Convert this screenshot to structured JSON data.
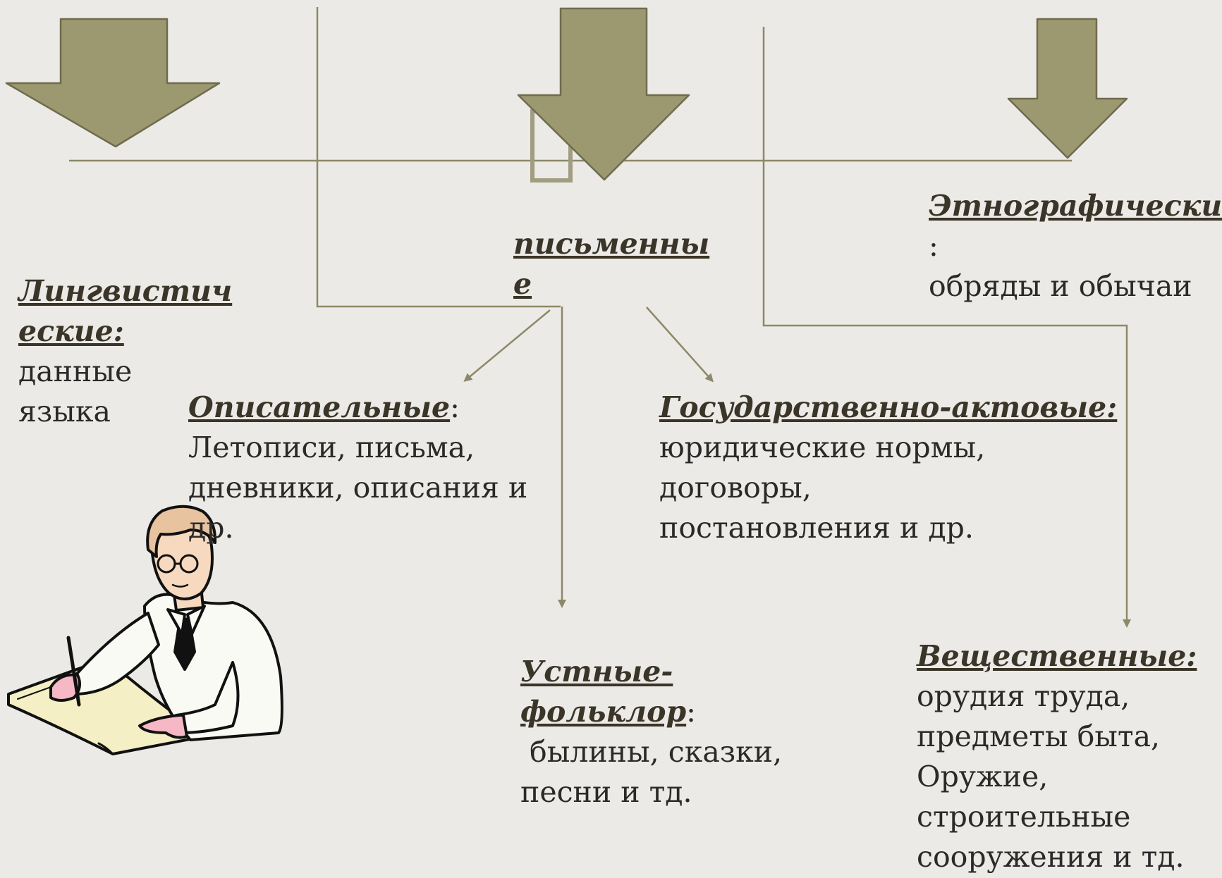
{
  "colors": {
    "background": "#ebeae6",
    "arrow_fill": "#9c9870",
    "arrow_stroke": "#6f6b4d",
    "connector": "#8d8868",
    "text": "#2a2a2a"
  },
  "linguistic": {
    "heading_line1": "Лингвистич",
    "heading_line2": "еские:",
    "body": [
      "данные",
      "языка"
    ]
  },
  "written": {
    "heading_line1": "письменны",
    "heading_line2": "е"
  },
  "ethnographic": {
    "heading": "Этнографические",
    "colon": ":",
    "body": [
      "обряды и обычаи"
    ]
  },
  "descriptive": {
    "heading": "Описательные",
    "colon": ":",
    "body": [
      "Летописи, письма,",
      "дневники, описания и",
      "др."
    ]
  },
  "state_acts": {
    "heading": "Государственно-актовые:",
    "body": [
      "юридические нормы,",
      "договоры,",
      "постановления и др."
    ]
  },
  "oral": {
    "heading_line1": "Устные-",
    "heading_line2": "фольклор",
    "colon": ":",
    "body": [
      " былины, сказки,",
      "песни и тд."
    ]
  },
  "material": {
    "heading": "Вещественные:",
    "body": [
      "орудия труда,",
      "предметы быта,",
      "Оружие,",
      "строительные",
      "сооружения и тд."
    ]
  },
  "illustration": {
    "icon": "scholar-writing-icon"
  }
}
